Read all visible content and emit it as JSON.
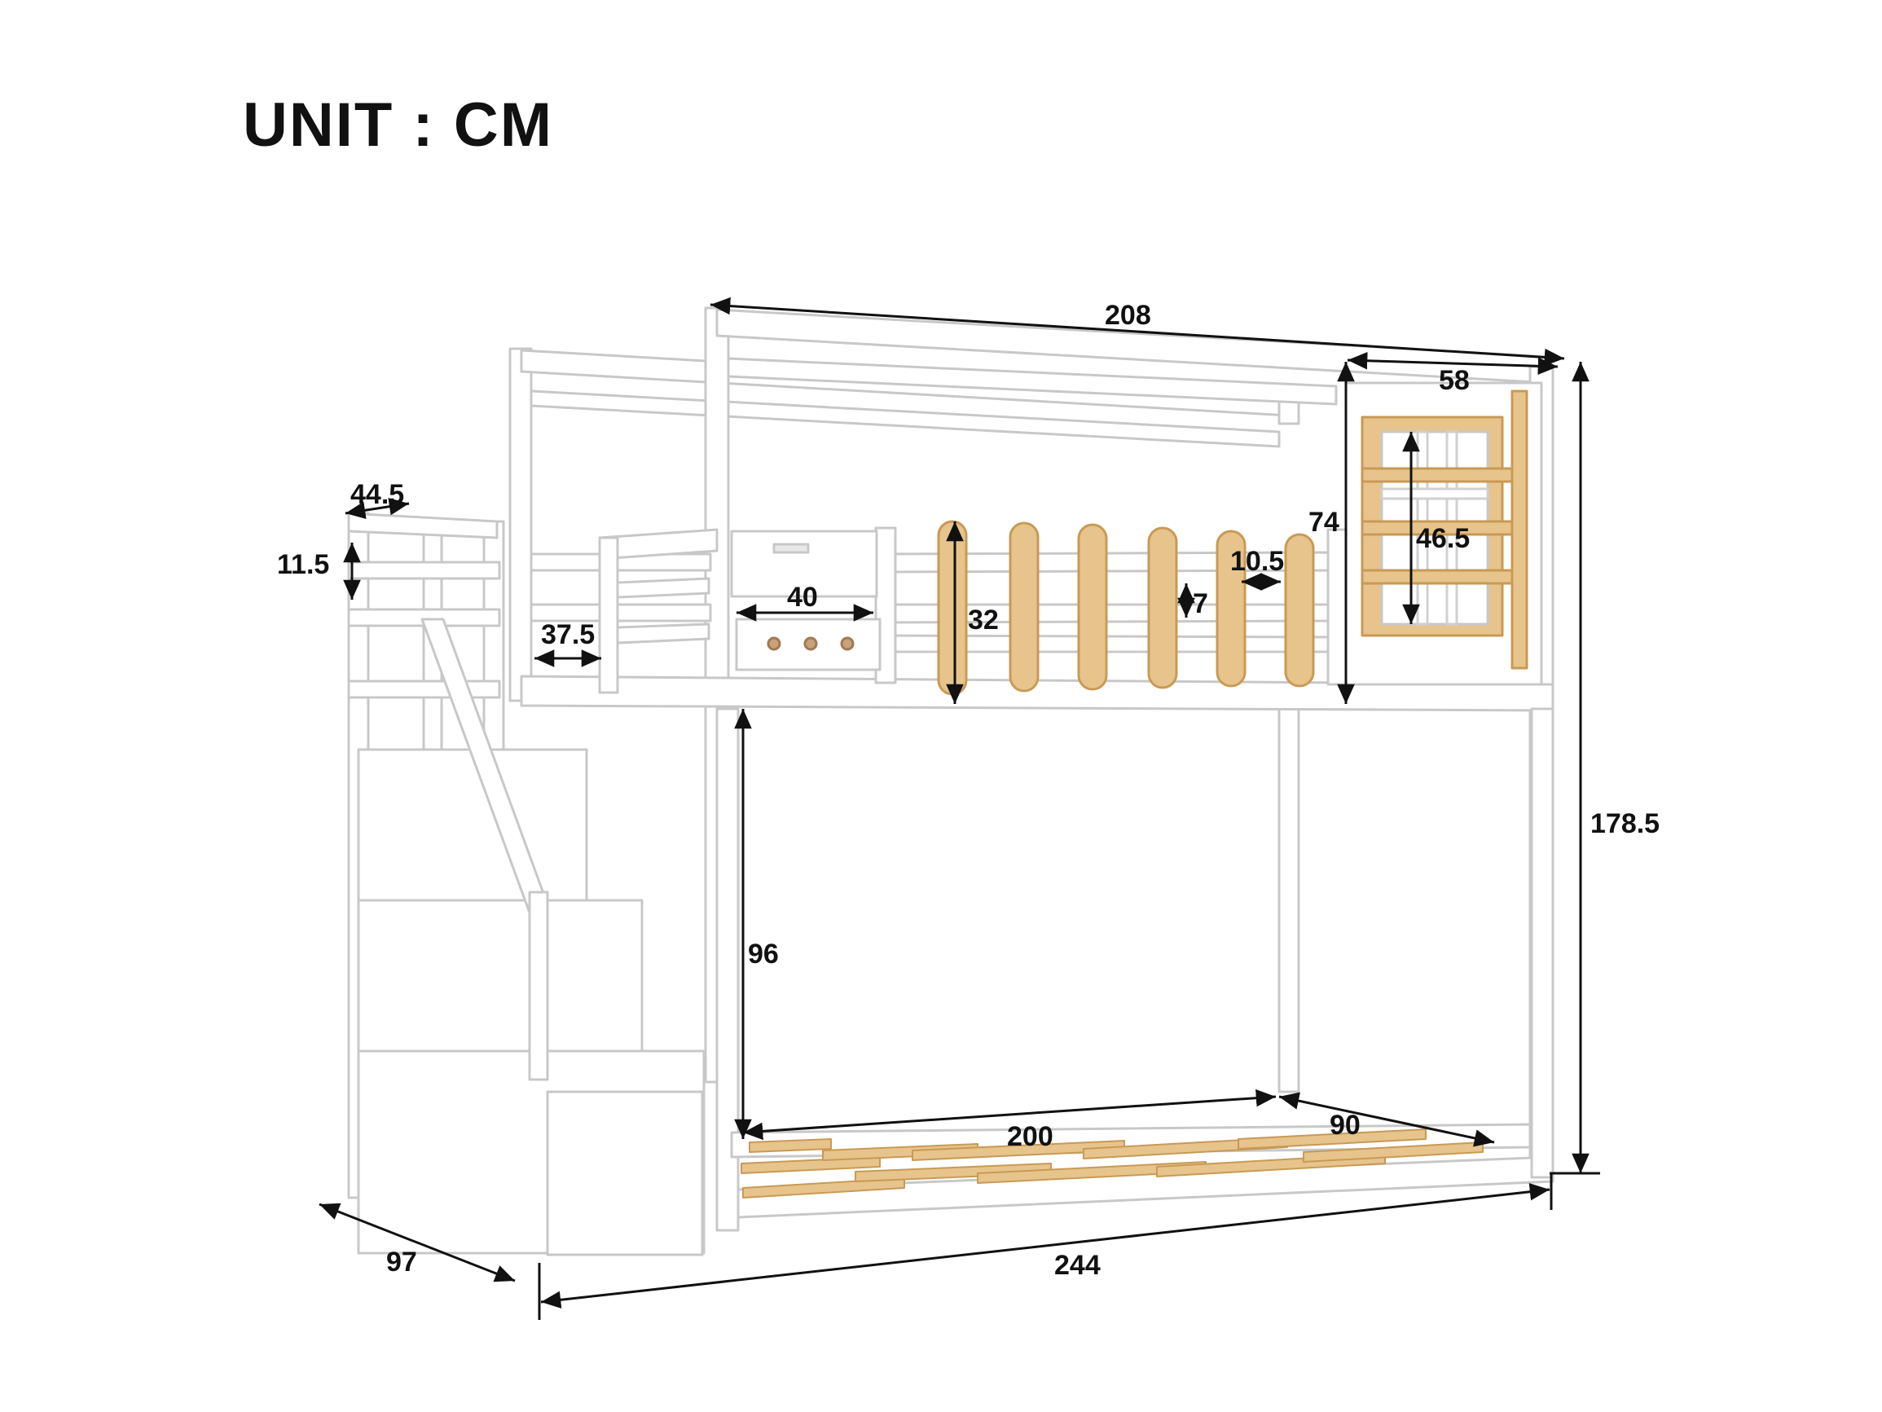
{
  "title": "UNIT : CM",
  "colors": {
    "frame": "#ffffff",
    "frame_edge": "#cfcfcf",
    "wood": "#e7c48c",
    "wood_edge": "#c89a55",
    "dimension": "#111111",
    "hardware": "#c9a27a"
  },
  "dimensions": {
    "total_length": "208",
    "side_panel_length": "58",
    "stair_top_width": "44.5",
    "stair_rail_height": "11.5",
    "upper_guardrail_height": "74",
    "window_height": "46.5",
    "slat_gap": "10.5",
    "slat_height": "32",
    "rail_spacing": "7",
    "shelf_width": "40",
    "entry_gap": "37.5",
    "total_height": "178.5",
    "lower_clearance": "96",
    "mattress_length": "200",
    "mattress_width": "90",
    "total_depth": "97",
    "overall_length": "244"
  }
}
